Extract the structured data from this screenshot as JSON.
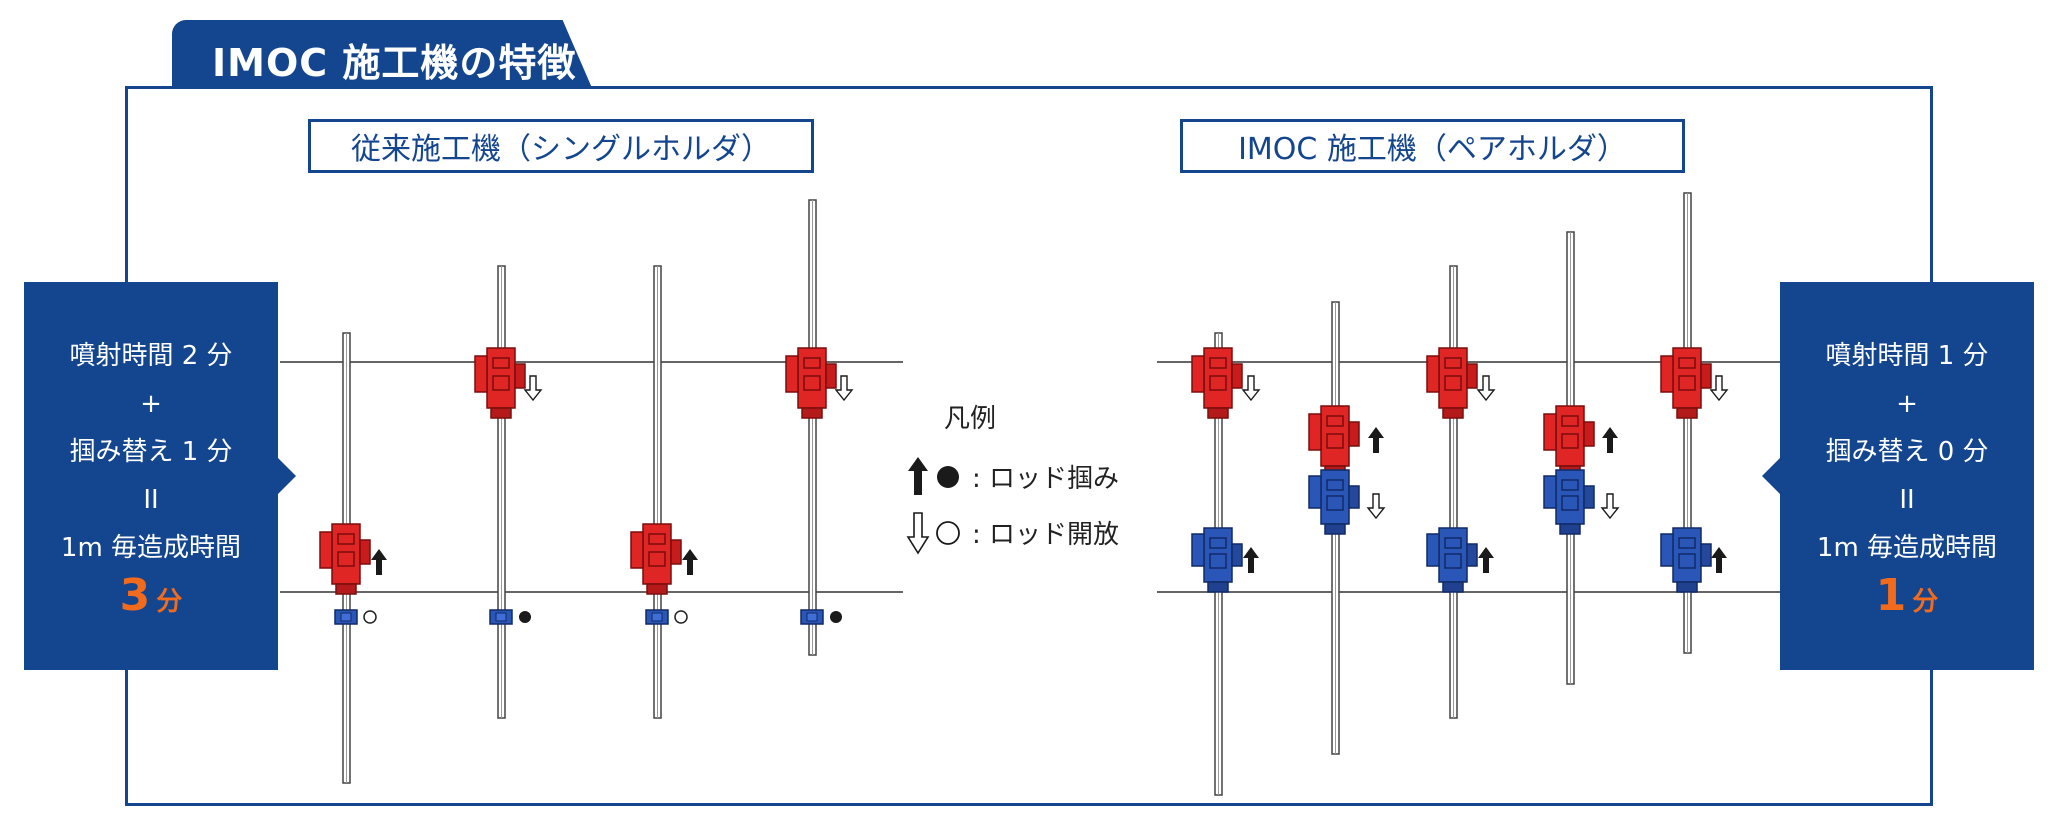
{
  "header": {
    "title": "IMOC 施工機の特徴"
  },
  "left": {
    "title": "従来施工機（シングルホルダ）",
    "info": {
      "line1": "噴射時間 2 分",
      "plus": "+",
      "line2": "掴み替え 1 分",
      "equals": "II",
      "line3": "1m 毎造成時間",
      "value": "3",
      "unit": "分"
    }
  },
  "right": {
    "title": "IMOC 施工機（ペアホルダ）",
    "info": {
      "line1": "噴射時間 1 分",
      "plus": "+",
      "line2": "掴み替え 0 分",
      "equals": "II",
      "line3": "1m 毎造成時間",
      "value": "1",
      "unit": "分"
    }
  },
  "legend": {
    "title": "凡例",
    "grip_label": ": ロッド掴み",
    "release_label": ": ロッド開放"
  },
  "colors": {
    "brand_blue": "#14468f",
    "holder_red": "#e02525",
    "holder_blue": "#2a56b8",
    "accent_orange": "#f26b1d"
  }
}
